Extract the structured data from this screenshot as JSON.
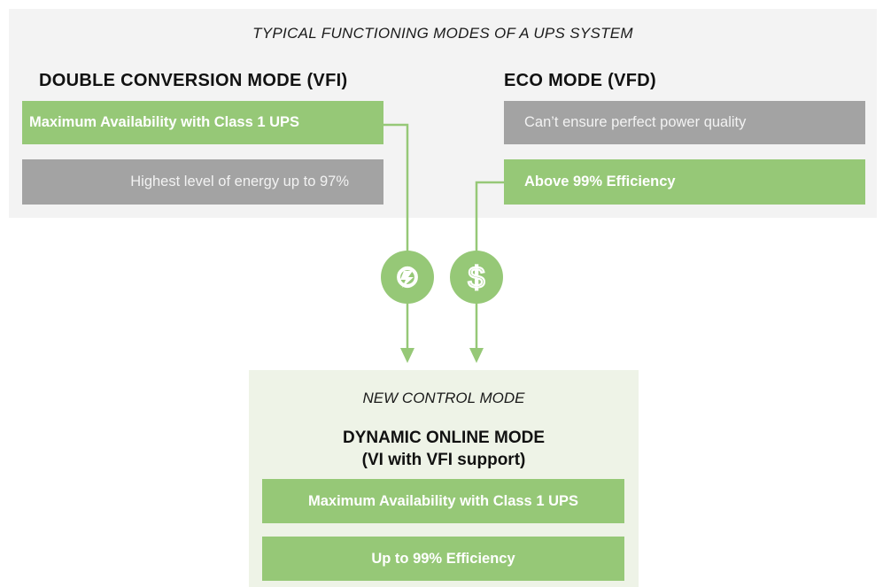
{
  "diagram": {
    "title": "TYPICAL FUNCTIONING MODES OF A UPS SYSTEM",
    "left_mode": {
      "heading": "DOUBLE CONVERSION MODE (VFI)",
      "box1": "Maximum Availability with Class 1 UPS",
      "box2": "Highest level of energy up to 97%"
    },
    "right_mode": {
      "heading": "ECO MODE (VFD)",
      "box1": "Can’t ensure perfect power quality",
      "box2": "Above 99% Efficiency"
    },
    "new_mode": {
      "label": "NEW CONTROL MODE",
      "title_line1": "DYNAMIC ONLINE MODE",
      "title_line2": "(VI with VFI support)",
      "box1": "Maximum Availability with Class 1 UPS",
      "box2": "Up to 99% Efficiency"
    },
    "icons": {
      "left": "availability-plug-icon",
      "right": "dollar-icon"
    },
    "colors": {
      "green": "#96c877",
      "gray": "#a3a3a3",
      "top_panel": "#f3f3f3",
      "bottom_panel": "#eef3e7"
    }
  }
}
